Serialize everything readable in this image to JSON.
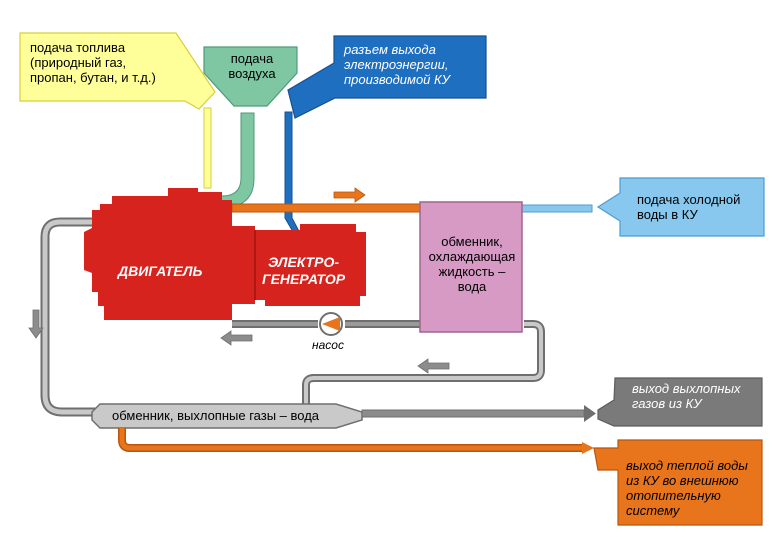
{
  "labels": {
    "fuel_supply": "подача топлива\n(природный газ,\nпропан, бутан, и т.д.)",
    "air_supply": "подача\nвоздуха",
    "power_output": "разъем выхода\nэлектроэнергии,\nпроизводимой КУ",
    "cold_water_in": "подача холодной\nводы в КУ",
    "engine": "ДВИГАТЕЛЬ",
    "generator": "ЭЛЕКТРО-\nГЕНЕРАТОР",
    "coolant_exchanger": "обменник,\nохлаждающая\nжидкость –\nвода",
    "pump": "насос",
    "exhaust_exchanger": "обменник, выхлопные газы – вода",
    "exhaust_out": "выход выхлопных\nгазов из КУ",
    "warm_water_out": "выход теплой воды\nиз КУ во внешнюю\nотопительную\nсистему"
  },
  "colors": {
    "fuel": "#ffff99",
    "fuel_stroke": "#d8cf3a",
    "air": "#7fc7a3",
    "air_stroke": "#4f9a78",
    "power": "#1f6fc1",
    "power_stroke": "#17508e",
    "cold_water": "#88c8ee",
    "cold_water_stroke": "#4e9ccf",
    "engine": "#d7231d",
    "exchanger": "#d69ac4",
    "exchanger_stroke": "#a06590",
    "gray": "#8c8c8c",
    "light_gray": "#c9c9c9",
    "dark_gray": "#6f6f6f",
    "orange": "#e8751c",
    "orange_stroke": "#b8550f"
  }
}
